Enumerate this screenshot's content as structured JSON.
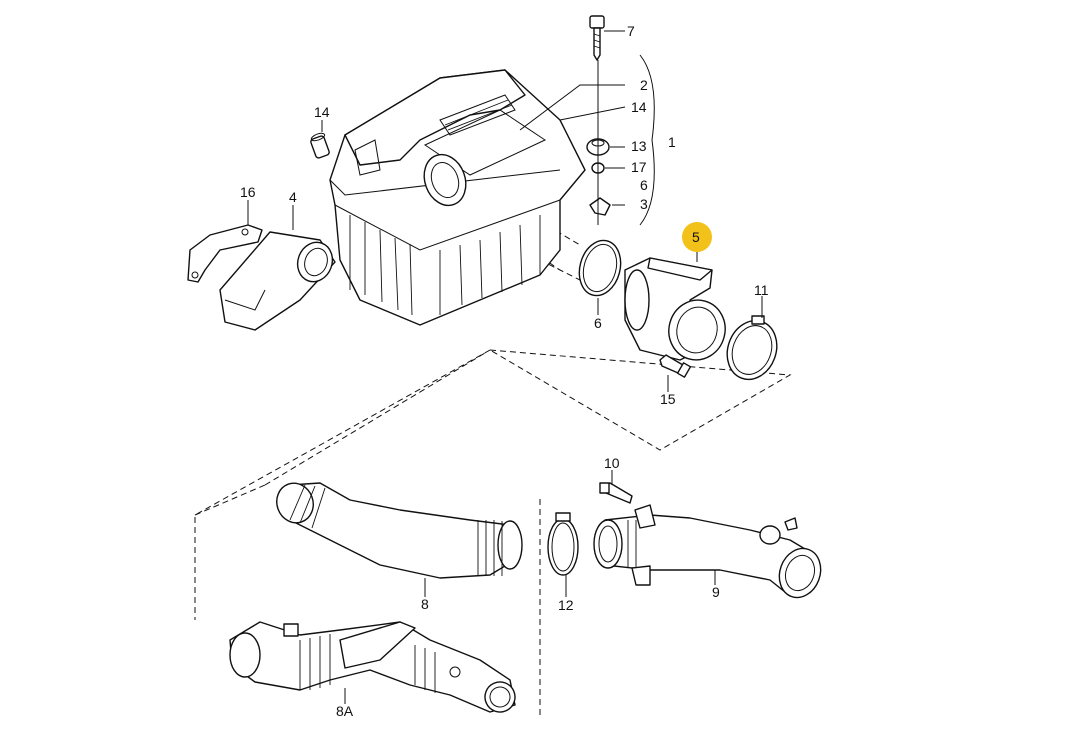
{
  "callouts": {
    "c7": "7",
    "c2": "2",
    "c14a": "14",
    "c13": "13",
    "c17": "17",
    "c6a": "6",
    "c3": "3",
    "c1": "1",
    "c14b": "14",
    "c16": "16",
    "c4": "4",
    "c5": "5",
    "c6b": "6",
    "c11": "11",
    "c15": "15",
    "c10": "10",
    "c8": "8",
    "c12": "12",
    "c9": "9",
    "c8a": "8A"
  },
  "colors": {
    "highlight": "#F2C21B",
    "ink": "#111111",
    "background": "#FFFFFF"
  }
}
